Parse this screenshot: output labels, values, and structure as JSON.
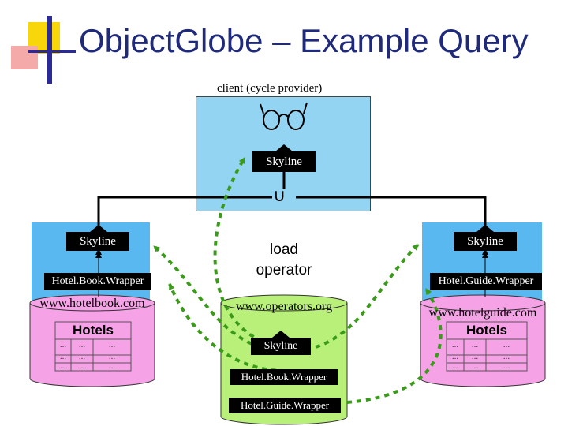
{
  "title": "ObjectGlobe – Example Query",
  "client_label": "client (cycle provider)",
  "union_symbol": "∪",
  "load_operator": [
    "load",
    "operator"
  ],
  "operators": {
    "skyline": "Skyline",
    "hotelbook_wrapper": "Hotel.Book.Wrapper",
    "hotelguide_wrapper": "Hotel.Guide.Wrapper",
    "hotelbook_wrapper_small": "Hotel.Book.Wrapper",
    "hotelguide_wrapper_small": "Hotel.Guide.Wrapper"
  },
  "hosts": {
    "left": "www.hotelbook.com",
    "center": "www.operators.org",
    "right": "www.hotelguide.com"
  },
  "hotels_table": {
    "title": "Hotels",
    "rows": [
      [
        "...",
        "...",
        "..."
      ],
      [
        "...",
        "...",
        "..."
      ],
      [
        "...",
        "...",
        "..."
      ]
    ]
  },
  "colors": {
    "title": "#1f2a7a",
    "client_bg": "#93d4f2",
    "provider_bg": "#5ab8f0",
    "db_pink": "#f5a3e6",
    "db_green": "#b8f07a",
    "arrow_green": "#3a9a1a",
    "logo_yellow": "#f7d70a",
    "logo_blue": "#2a2a9a",
    "logo_red": "#ee4444"
  },
  "icons": [
    "glasses-icon"
  ]
}
